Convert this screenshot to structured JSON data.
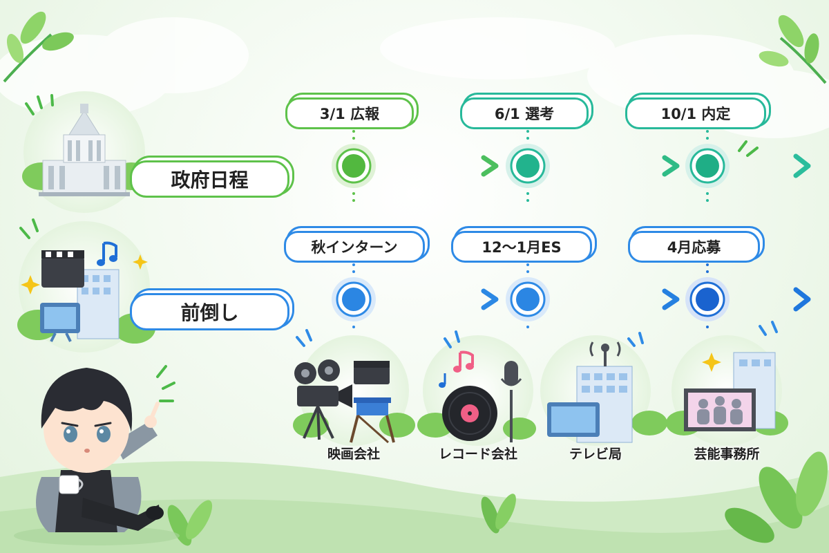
{
  "rows": {
    "government": {
      "label": "政府日程",
      "icon": "parliament-building-icon"
    },
    "advanced": {
      "label": "前倒し",
      "icon": "media-industry-icon"
    }
  },
  "milestones": {
    "government": [
      {
        "label": "3/1 広報"
      },
      {
        "label": "6/1 選考"
      },
      {
        "label": "10/1 内定"
      }
    ],
    "advanced": [
      {
        "label": "秋インターン"
      },
      {
        "label": "12〜1月ES"
      },
      {
        "label": "4月応募"
      }
    ]
  },
  "industries": [
    {
      "label": "映画会社",
      "icon": "movie-camera-icon"
    },
    {
      "label": "レコード会社",
      "icon": "vinyl-record-icon"
    },
    {
      "label": "テレビ局",
      "icon": "tv-station-icon"
    },
    {
      "label": "芸能事務所",
      "icon": "talent-agency-icon"
    }
  ],
  "colors": {
    "green": "#5ec24a",
    "teal": "#27b99a",
    "blue": "#2e8ae6",
    "dark_blue": "#1f6fd6"
  }
}
